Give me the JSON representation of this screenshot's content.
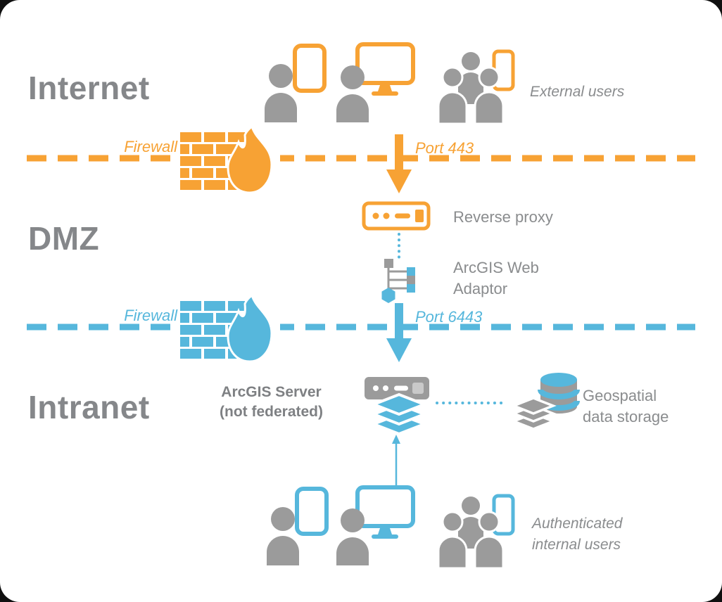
{
  "colors": {
    "orange": "#F7A234",
    "blue": "#56B7DC",
    "gray": "#9B9B9B",
    "text_gray": "#8A8C8E",
    "zone_gray": "#85878A"
  },
  "zones": {
    "internet": "Internet",
    "dmz": "DMZ",
    "intranet": "Intranet"
  },
  "labels": {
    "external_users": "External users",
    "firewall_top": "Firewall",
    "port_top": "Port 443",
    "reverse_proxy": "Reverse proxy",
    "web_adaptor_line1": "ArcGIS Web",
    "web_adaptor_line2": "Adaptor",
    "firewall_bottom": "Firewall",
    "port_bottom": "Port 6443",
    "arcgis_server_line1": "ArcGIS Server",
    "arcgis_server_line2": "(not federated)",
    "storage_line1": "Geospatial",
    "storage_line2": "data storage",
    "internal_users_line1": "Authenticated",
    "internal_users_line2": "internal users"
  }
}
